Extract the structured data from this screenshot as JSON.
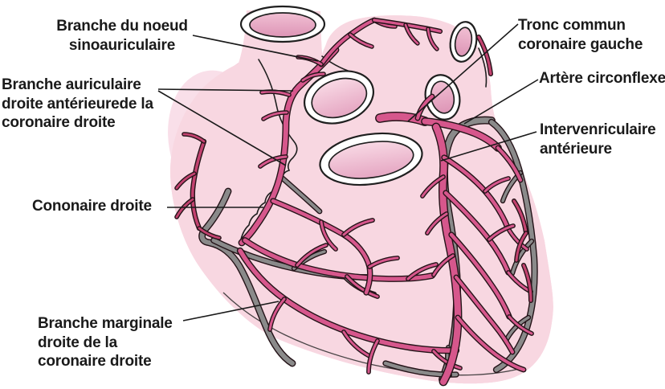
{
  "figure": {
    "description": "Anatomical diagram of the human heart (anterior view) showing the coronary arteries, with French labels and leader lines",
    "language": "fr"
  },
  "labels": {
    "sa_node_branch": {
      "line1": "Branche du noeud",
      "line2": "sinoauriculaire"
    },
    "right_atrial_branch": {
      "line1": "Branche auriculaire",
      "line2": "droite antérieurede la",
      "line3": "coronaire droite"
    },
    "right_coronary": {
      "line1": "Cononaire droite"
    },
    "right_marginal_branch": {
      "line1": "Branche marginale",
      "line2": "droite de la",
      "line3": "coronaire droite"
    },
    "left_main_trunk": {
      "line1": "Tronc commun",
      "line2": "coronaire gauche"
    },
    "circumflex": {
      "line1": "Artère circonflexe"
    },
    "lad": {
      "line1": "Intervenriculaire",
      "line2": "antérieure"
    }
  },
  "colors": {
    "background": "#ffffff",
    "heart_body": "#f8d7e1",
    "atrium_shade": "#f4c9d9",
    "highlight": "#f9dfe9",
    "artery": "#d6578c",
    "artery_dark": "#c2426f",
    "vein_gray": "#8a8a8a",
    "outline": "#1f1f1f",
    "label_text": "#1a1a1a"
  }
}
